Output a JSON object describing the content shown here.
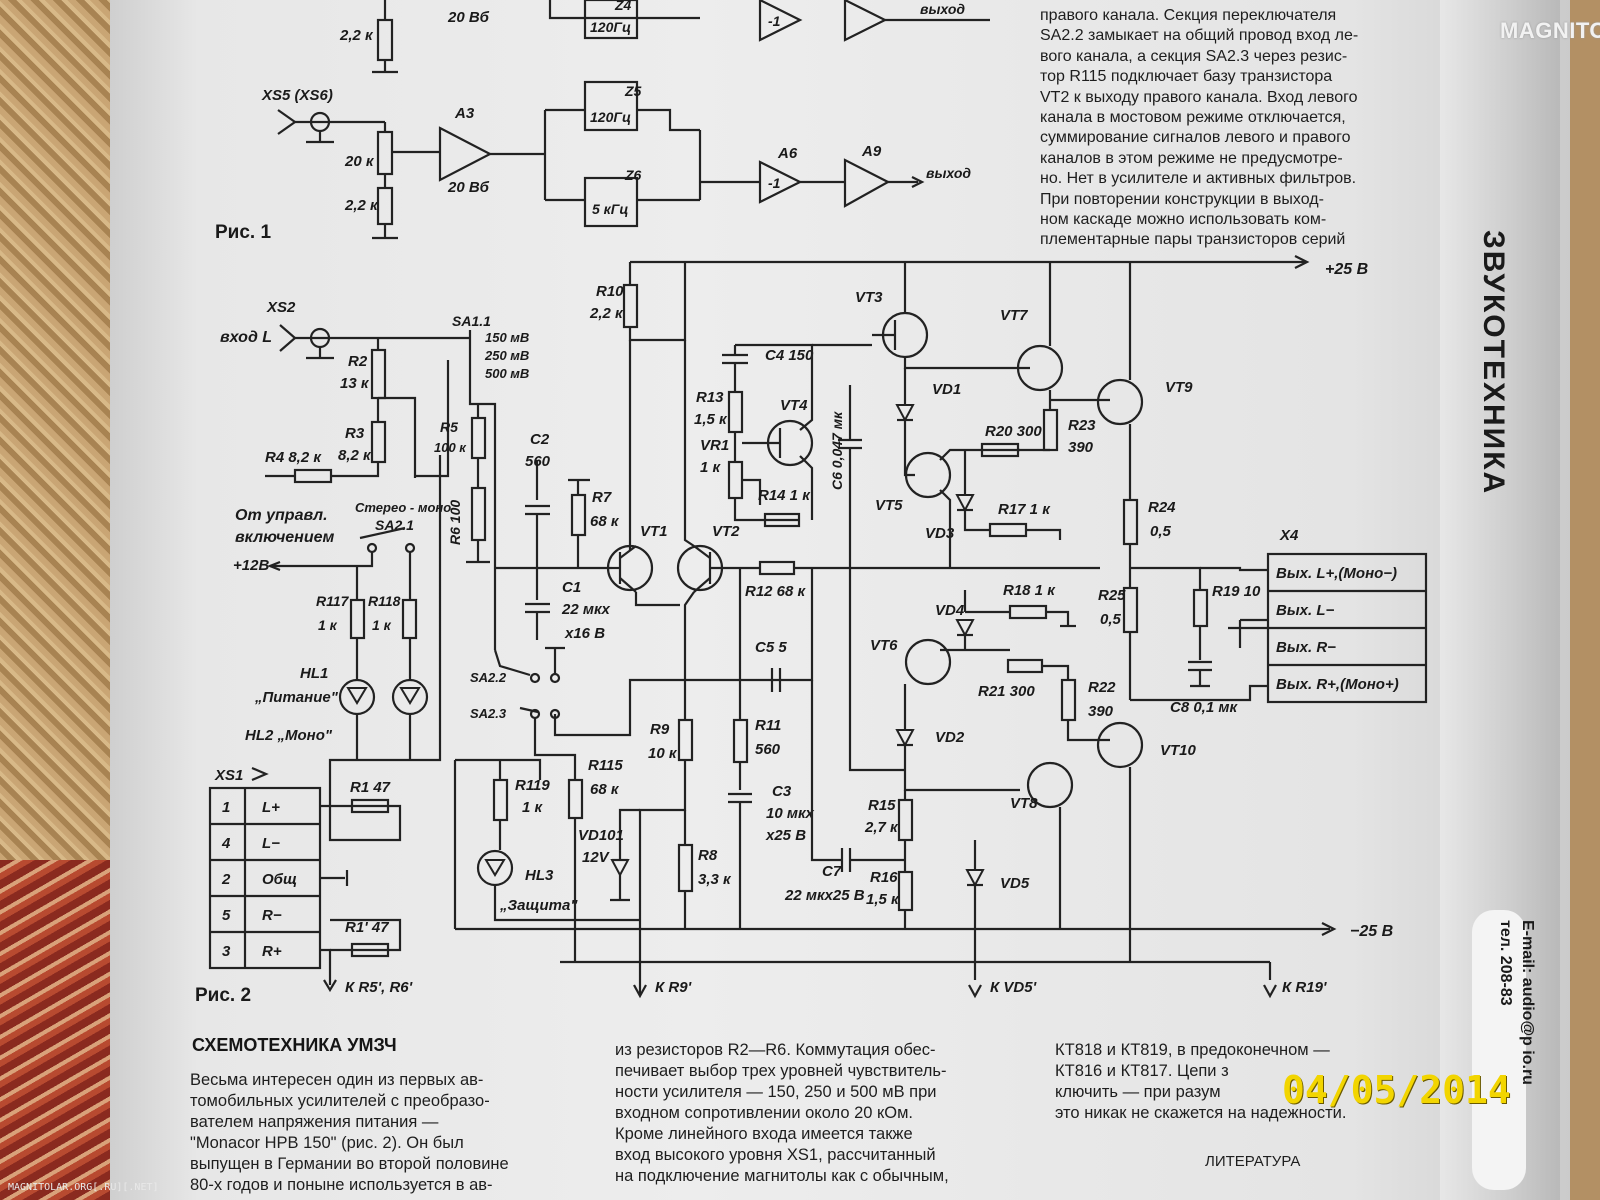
{
  "top_right_text": [
    "правого канала. Секция переключателя",
    "SA2.2 замыкает на общий провод вход ле-",
    "вого канала, а секция SA2.3 через резис-",
    "тор R115 подключает базу транзистора",
    "VT2 к выходу правого канала. Вход левого",
    "канала в мостовом режиме отключается,",
    "суммирование сигналов левого и правого",
    "каналов в этом режиме не предусмотре-",
    "но. Нет в усилителе и активных фильтров.",
    "При повторении конструкции в выход-",
    "ном каскаде можно использовать ком-",
    "плементарные пары транзисторов серий"
  ],
  "section_title": "СХЕМОТЕХНИКА УМЗЧ",
  "col1": [
    "Весьма интересен один из первых ав-",
    "томобильных усилителей с преобразо-",
    "вателем напряжения питания —",
    "\"Monacor HPB 150\" (рис. 2). Он был",
    "выпущен в Германии во второй половине",
    "80-х годов и поныне используется в ав-"
  ],
  "col2": [
    "из резисторов R2—R6. Коммутация обес-",
    "печивает выбор трех уровней чувствитель-",
    "ности усилителя — 150, 250 и 500 мВ при",
    "входном сопротивлении около 20 кОм.",
    "Кроме линейного входа имеется также",
    "вход высокого уровня XS1, рассчитанный",
    "на подключение магнитолы как с обычным,"
  ],
  "col3": [
    "КТ818 и КТ819, в предоконечном —",
    "КТ816 и КТ817. Цепи з",
    "ключить — при разум",
    "это никак не скажется на надежности."
  ],
  "literature": "ЛИТЕРАТУРА",
  "side_title": "ЗВУКОТЕХНИКА",
  "side_contact": [
    "E-mail: audio@p  io.ru",
    "тел. 208-83"
  ],
  "logo": "MAGNITOLA",
  "date_stamp": "04/05/2014",
  "footer": "MAGNITOLAR.ORG[.RU][.NET]",
  "fig1": {
    "label": "Рис. 1",
    "labels": [
      "2,2 к",
      "20 Вб",
      "Z4",
      "120Гц",
      "-1",
      "выход",
      "XS5 (XS6)",
      "A3",
      "20 к",
      "20 Вб",
      "2,2 к",
      "Z5",
      "120Гц",
      "Z6",
      "5 кГц",
      "A6",
      "-1",
      "A9",
      "выход"
    ]
  },
  "fig2": {
    "label": "Рис. 2",
    "labels": {
      "xs2": "XS2",
      "in": "вход L",
      "sa11": "SA1.1",
      "mv150": "150 мВ",
      "mv250": "250 мВ",
      "mv500": "500 мВ",
      "r2": "R2",
      "r2v": "13 к",
      "r3": "R3",
      "r3v": "8,2 к",
      "r4": "R4 8,2 к",
      "r5": "R5",
      "r5v": "100 к",
      "r6": "R6 100",
      "ctrl1": "От управл.",
      "ctrl2": "включением",
      "stereo": "Стерео - моно",
      "sa21": "SA2.1",
      "p12": "+12В",
      "r117": "R117",
      "r118": "R118",
      "k1a": "1 к",
      "k1b": "1 к",
      "hl1": "HL1",
      "pit": "„Питание\"",
      "hl2": "HL2 „Моно\"",
      "sa22": "SA2.2",
      "sa23": "SA2.3",
      "r10": "R10",
      "r10v": "2,2 к",
      "c2": "C2",
      "c2v": "560",
      "r7": "R7",
      "r7v": "68 к",
      "c1": "C1",
      "c1v": "22 мкх",
      "c1v2": "х16 В",
      "vt1": "VT1",
      "vt2": "VT2",
      "c4": "C4 150",
      "r13": "R13",
      "r13v": "1,5 к",
      "vr1": "VR1",
      "vr1v": "1 к",
      "vt4": "VT4",
      "r14": "R14 1 к",
      "c6": "C6 0,047 мк",
      "r12": "R12 68 к",
      "vt3": "VT3",
      "vt7": "VT7",
      "vt9": "VT9",
      "vd1": "VD1",
      "r20": "R20 300",
      "r23": "R23",
      "r23v": "390",
      "vt5": "VT5",
      "vd3": "VD3",
      "r17": "R17 1 к",
      "r24": "R24",
      "r24v": "0,5",
      "r18": "R18 1 к",
      "r25": "R25",
      "r25v": "0,5",
      "r19": "R19 10",
      "vd4": "VD4",
      "vt6": "VT6",
      "r21": "R21 300",
      "r22": "R22",
      "r22v": "390",
      "c8": "C8 0,1 мк",
      "c5": "C5 5",
      "r9": "R9",
      "r9v": "10 к",
      "r11": "R11",
      "r11v": "560",
      "vd2": "VD2",
      "vt10": "VT10",
      "vt8": "VT8",
      "c3": "C3",
      "c3v": "10 мкх",
      "c3v2": "х25 В",
      "r15": "R15",
      "r15v": "2,7 к",
      "r16": "R16",
      "r16v": "1,5 к",
      "c7": "C7",
      "c7v": "22 мкх25 В",
      "vd5": "VD5",
      "r119": "R119",
      "r119v": "1 к",
      "r115": "R115",
      "r115v": "68 к",
      "vd101": "VD101",
      "vd101v": "12V",
      "r8": "R8",
      "r8v": "3,3 к",
      "hl3": "HL3",
      "zash": "„Защита\"",
      "xs1": "XS1",
      "r1": "R1 47",
      "r1p": "R1' 47",
      "p25": "+25 В",
      "m25": "−25 В",
      "kr56": "К R5', R6'",
      "kr9": "К R9'",
      "kvd5": "К VD5'",
      "kr19": "К R19'",
      "x4": "X4"
    },
    "xs1_rows": [
      {
        "n": "1",
        "s": "L+"
      },
      {
        "n": "4",
        "s": "L−"
      },
      {
        "n": "2",
        "s": "Общ"
      },
      {
        "n": "5",
        "s": "R−"
      },
      {
        "n": "3",
        "s": "R+"
      }
    ],
    "x4_rows": [
      "Вых. L+,(Моно−)",
      "Вых. L−",
      "Вых. R−",
      "Вых. R+,(Моно+)"
    ]
  }
}
